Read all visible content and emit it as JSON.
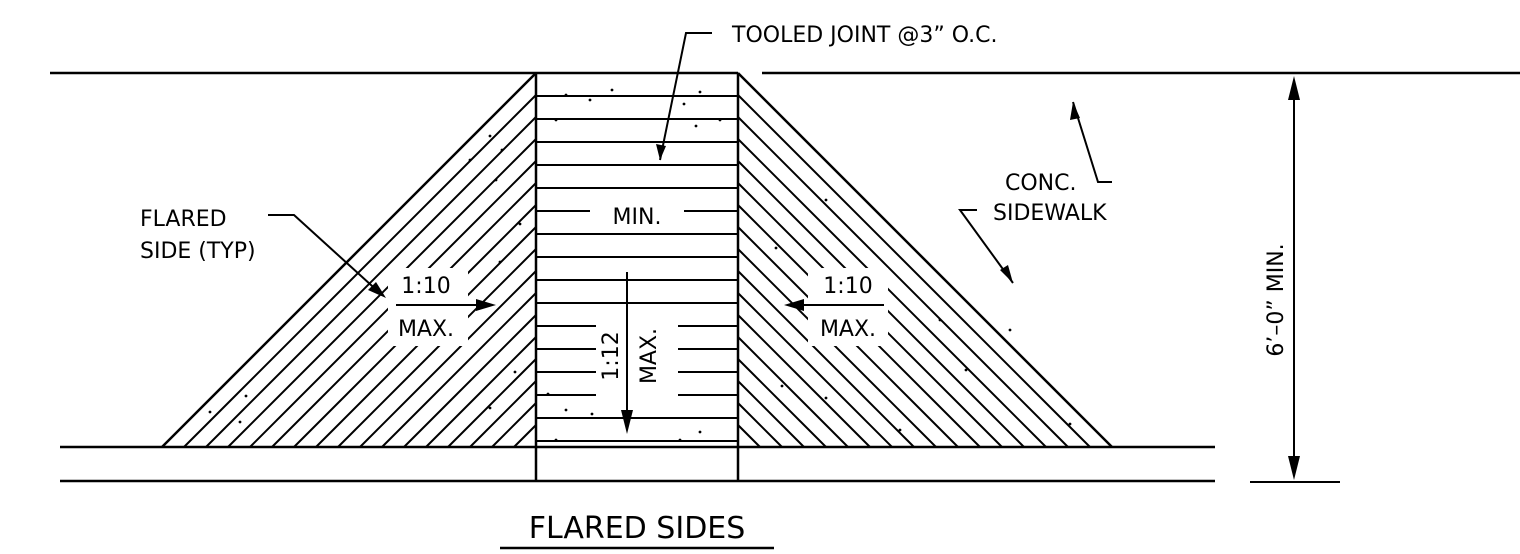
{
  "title": "FLARED SIDES",
  "labels": {
    "tooled_joint": "TOOLED JOINT @3” O.C.",
    "conc_line1": "CONC.",
    "conc_line2": "SIDEWALK",
    "flared_line1": "FLARED",
    "flared_line2": "SIDE (TYP)",
    "left_slope": "1:10",
    "left_max": "MAX.",
    "right_slope": "1:10",
    "right_max": "MAX.",
    "ramp_min": "MIN.",
    "ramp_slope": "1:12",
    "ramp_max": "MAX.",
    "width_dim": "6’–0” MIN."
  },
  "colors": {
    "line": "#000000",
    "background": "#ffffff"
  }
}
